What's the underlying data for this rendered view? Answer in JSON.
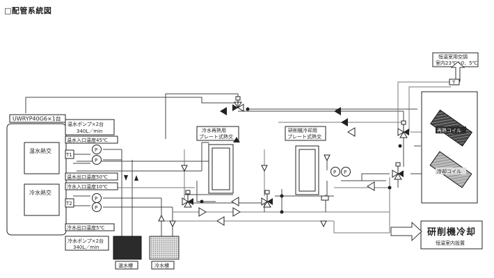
{
  "title": "□配管系統図",
  "labels": {
    "chiller_model": "UWRYP40G6×1台",
    "hot_exchanger": "温水熱交",
    "cold_exchanger": "冷水熱交",
    "hot_pump": "温水ポンプ×2台",
    "hot_pump_flow": "340L／min",
    "hot_inlet_temp": "温水入口温度45℃",
    "hot_outlet_temp": "温水出口温度50℃",
    "cold_inlet_temp": "冷水入口温度10℃",
    "cold_outlet_temp": "冷水出口温度5℃",
    "cold_pump": "冷水ポンプ×2台",
    "cold_pump_flow": "340L／min",
    "hot_tank": "温水槽",
    "cold_tank": "冷水槽",
    "reheat_hx_1": "冷水再熱用",
    "reheat_hx_2": "プレート式熱交",
    "grinder_hx_1": "研削機冷却用",
    "grinder_hx_2": "プレート式熱交",
    "ac_1": "恒温室用空調",
    "ac_2": "室内23℃±0．5℃",
    "reheat_coil": "再熱コイル",
    "cooling_coil": "冷却コイル",
    "grinder_cooling": "研削機冷却",
    "grinder_note": "恒温室内設置",
    "t1": "T1",
    "t2": "T2",
    "p": "P",
    "t_sensor": "T"
  }
}
